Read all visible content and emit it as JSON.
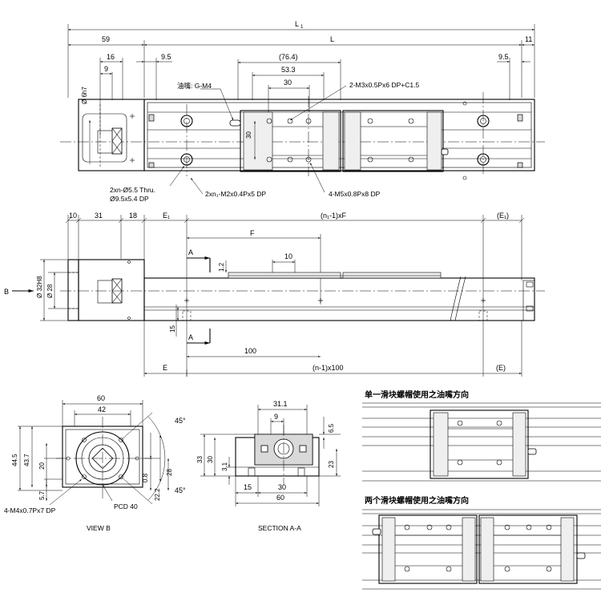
{
  "top_view": {
    "dims": {
      "L1": "L",
      "L1_sub": "1",
      "L": "L",
      "d59": "59",
      "d11": "11",
      "d16": "16",
      "d9": "9",
      "d9_5_left": "9.5",
      "d9_5_right": "9.5",
      "d76_4": "(76.4)",
      "d53_3": "53.3",
      "d30": "30",
      "d30_v": "30",
      "phi6h7": "Ø 6h7"
    },
    "notes": {
      "grease": "油嘴: G-M4",
      "m3": "2-M3x0.5Px6 DP+C1.5",
      "holes_thru": "2xn-Ø5.5 Thru.",
      "holes_cb": "Ø9.5x5.4 DP",
      "m2": "2xn₁-M2x0.4Px5 DP",
      "m5": "4-M5x0.8Px8 DP"
    }
  },
  "side_view": {
    "dims": {
      "d10": "10",
      "d31": "31",
      "d18": "18",
      "E1": "E₁",
      "n1F": "(n₁-1)xF",
      "E1p": "(E₁)",
      "F": "F",
      "d1_2": "1.2",
      "d10b": "10",
      "phi32": "Ø 32H8",
      "phi28": "Ø 28",
      "d15": "15",
      "d100": "100",
      "E": "E",
      "n100": "(n-1)x100",
      "Ep": "(E)"
    },
    "A_top": "A",
    "A_bottom": "A",
    "B": "B"
  },
  "view_b": {
    "title": "VIEW B",
    "dims": {
      "d60": "60",
      "d42": "42",
      "d44_5": "44.5",
      "d43_7": "43.7",
      "d20": "20",
      "d5_7": "5.7",
      "d0_8": "0.8",
      "d22_2": "22.2",
      "d28": "28",
      "a45_top": "45°",
      "a45_bot": "45°"
    },
    "notes": {
      "m4": "4-M4x0.7Px7 DP",
      "pcd": "PCD 40"
    }
  },
  "section_aa": {
    "title": "SECTION A-A",
    "dims": {
      "d31_1": "31.1",
      "d9": "9",
      "d6_5": "6.5",
      "d33": "33",
      "d30": "30",
      "d3_1": "3.1",
      "d23": "23",
      "d15": "15",
      "d30b": "30",
      "d60": "60"
    }
  },
  "oiling": {
    "single": "单一滑块螺帽使用之油嘴方向",
    "double": "两个滑块螺帽使用之油嘴方向"
  }
}
